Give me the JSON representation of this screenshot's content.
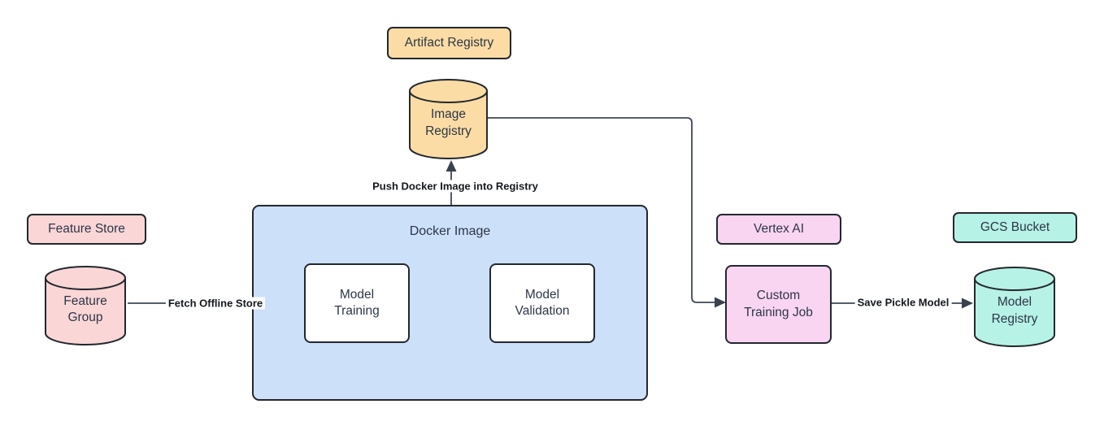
{
  "labels": {
    "artifact_registry": "Artifact Registry",
    "feature_store": "Feature Store",
    "vertex_ai": "Vertex AI",
    "gcs_bucket": "GCS Bucket"
  },
  "nodes": {
    "image_registry": "Image\nRegistry",
    "feature_group": "Feature\nGroup",
    "docker_image": "Docker Image",
    "model_training": "Model\nTraining",
    "model_validation": "Model\nValidation",
    "custom_training_job": "Custom\nTraining Job",
    "model_registry": "Model\nRegistry"
  },
  "edges": {
    "fetch_offline_store": "Fetch Offline Store",
    "push_docker_image": "Push Docker Image into Registry",
    "save_pickle_model": "Save Pickle Model"
  },
  "colors": {
    "orange_fill": "#FBDCA4",
    "pink_fill": "#FAD6D6",
    "blue_fill": "#CCE0FA",
    "magenta_fill": "#F9D5F2",
    "teal_fill": "#B6F2E5",
    "white_fill": "#FFFFFF",
    "shape_border": "#23272E",
    "edge_line": "#3F4756",
    "node_text": "#2D3648",
    "edge_label_text": "#15181E",
    "background": "#FFFFFF"
  }
}
